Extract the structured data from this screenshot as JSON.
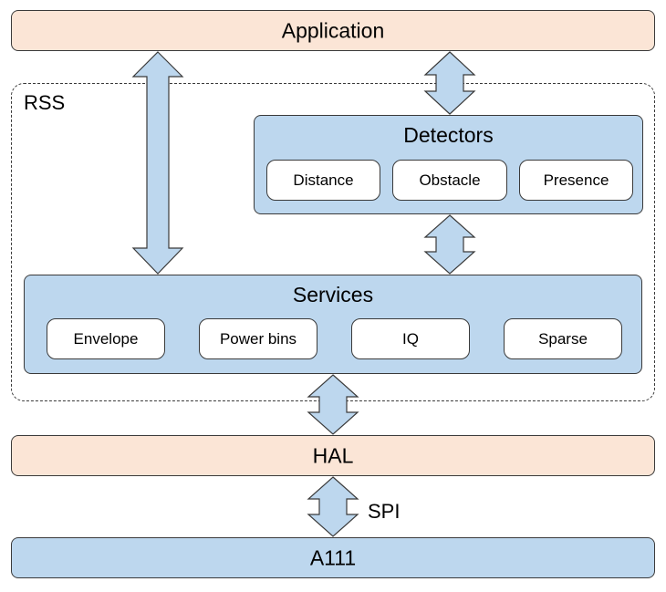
{
  "application": {
    "label": "Application"
  },
  "rss": {
    "label": "RSS",
    "detectors": {
      "title": "Detectors",
      "items": [
        "Distance",
        "Obstacle",
        "Presence"
      ]
    },
    "services": {
      "title": "Services",
      "items": [
        "Envelope",
        "Power bins",
        "IQ",
        "Sparse"
      ]
    }
  },
  "hal": {
    "label": "HAL"
  },
  "spi": {
    "label": "SPI"
  },
  "a111": {
    "label": "A111"
  },
  "colors": {
    "peach": "#fbe5d6",
    "blue": "#bdd7ee",
    "outline": "#3a3a3a"
  }
}
